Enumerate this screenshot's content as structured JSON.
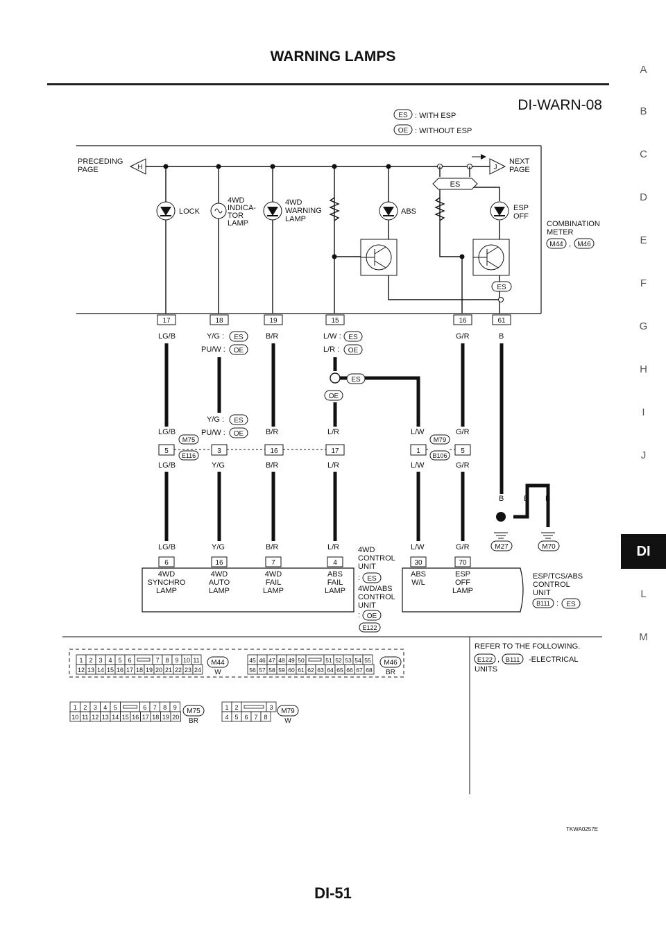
{
  "header": {
    "title": "WARNING LAMPS",
    "page_number": "DI-51"
  },
  "side_tabs": [
    "A",
    "B",
    "C",
    "D",
    "E",
    "F",
    "G",
    "H",
    "I",
    "J",
    "DI",
    "L",
    "M"
  ],
  "active_tab": "DI",
  "diagram": {
    "id": "DI-WARN-08",
    "legend": [
      {
        "tag": "ES",
        "text": ": WITH ESP"
      },
      {
        "tag": "OE",
        "text": ": WITHOUT ESP"
      }
    ],
    "preceding_page": [
      "PRECEDING",
      "PAGE"
    ],
    "preceding_tag": "H",
    "next_page": [
      "NEXT",
      "PAGE"
    ],
    "next_tag": "J",
    "combination_meter": [
      "COMBINATION",
      "METER"
    ],
    "meter_connectors": [
      "M44",
      "M46"
    ],
    "meter_es_tag": "ES",
    "meter_es_lower_tag": "ES",
    "lamps": {
      "lock": "LOCK",
      "indicator": [
        "4WD",
        "INDICA-",
        "TOR",
        "LAMP"
      ],
      "warning": [
        "4WD",
        "WARNING",
        "LAMP"
      ],
      "abs": "ABS",
      "esp_off": [
        "ESP",
        "OFF"
      ]
    },
    "meter_pins": [
      "17",
      "18",
      "19",
      "15",
      "16",
      "61"
    ],
    "top_wire_labels": {
      "c1": "LG/B",
      "c2a": "Y/G :",
      "c2a_tag": "ES",
      "c2b": "PU/W :",
      "c2b_tag": "OE",
      "c3": "B/R",
      "c4a": "L/W :",
      "c4a_tag": "ES",
      "c4b": "L/R :",
      "c4b_tag": "OE",
      "c5": "G/R",
      "c6": "B"
    },
    "junction_tags": {
      "es": "ES",
      "oe": "OE"
    },
    "mid_upper_labels": {
      "c1": "LG/B",
      "c2a": "Y/G :",
      "c2a_tag": "ES",
      "c2b": "PU/W :",
      "c2b_tag": "OE",
      "c3": "B/R",
      "c4": "L/R",
      "c5": "L/W",
      "c6": "G/R"
    },
    "mid_connectors": {
      "left_top": "M75",
      "left_bottom": "E116",
      "right_top": "M79",
      "right_bottom": "B106"
    },
    "mid_pins": [
      "5",
      "3",
      "16",
      "17",
      "1",
      "5"
    ],
    "mid_lower_labels": [
      "LG/B",
      "Y/G",
      "B/R",
      "L/R",
      "L/W",
      "G/R"
    ],
    "ground_labels": [
      "B",
      "B",
      "B"
    ],
    "grounds": [
      "M27",
      "M70"
    ],
    "bottom_wire_labels": [
      "LG/B",
      "Y/G",
      "B/R",
      "L/R",
      "L/W",
      "G/R"
    ],
    "bottom_pins": [
      "6",
      "16",
      "7",
      "4",
      "30",
      "70"
    ],
    "control_unit_4wd": {
      "title1": [
        "4WD",
        "CONTROL",
        "UNIT"
      ],
      "tag1": "ES",
      "title2": [
        "4WD/ABS",
        "CONTROL",
        "UNIT"
      ],
      "tag2": "OE",
      "connector": "E122",
      "colon": ":"
    },
    "unit_lamps": {
      "synchro": [
        "4WD",
        "SYNCHRO",
        "LAMP"
      ],
      "auto": [
        "4WD",
        "AUTO",
        "LAMP"
      ],
      "fail": [
        "4WD",
        "FAIL",
        "LAMP"
      ],
      "absfail": [
        "ABS",
        "FAIL",
        "LAMP"
      ],
      "abswl": [
        "ABS",
        "W/L"
      ],
      "espoff": [
        "ESP",
        "OFF",
        "LAMP"
      ]
    },
    "esp_unit": {
      "title": [
        "ESP/TCS/ABS",
        "CONTROL",
        "UNIT"
      ],
      "connector": "B111",
      "tag": "ES",
      "colon": ":"
    },
    "refer": {
      "title": "REFER TO THE FOLLOWING.",
      "c1": "E122",
      "sep": ",",
      "c2": "B111",
      "text1": "-ELECTRICAL",
      "text2": "UNITS"
    },
    "connector_views": {
      "m44": {
        "name": "M44",
        "color": "W",
        "row1": [
          "1",
          "2",
          "3",
          "4",
          "5",
          "6",
          "7",
          "8",
          "9",
          "10",
          "11"
        ],
        "row2": [
          "12",
          "13",
          "14",
          "15",
          "16",
          "17",
          "18",
          "19",
          "20",
          "21",
          "22",
          "23",
          "24"
        ]
      },
      "m46": {
        "name": "M46",
        "color": "BR",
        "row1": [
          "45",
          "46",
          "47",
          "48",
          "49",
          "50",
          "51",
          "52",
          "53",
          "54",
          "55"
        ],
        "row2": [
          "56",
          "57",
          "58",
          "59",
          "60",
          "61",
          "62",
          "63",
          "64",
          "65",
          "66",
          "67",
          "68"
        ]
      },
      "m75": {
        "name": "M75",
        "color": "BR",
        "row1": [
          "1",
          "2",
          "3",
          "4",
          "5",
          "6",
          "7",
          "8",
          "9"
        ],
        "row2": [
          "10",
          "11",
          "12",
          "13",
          "14",
          "15",
          "16",
          "17",
          "18",
          "19",
          "20"
        ]
      },
      "m79": {
        "name": "M79",
        "color": "W",
        "row1": [
          "1",
          "2",
          "3"
        ],
        "row2": [
          "4",
          "5",
          "6",
          "7",
          "8"
        ]
      }
    },
    "figure_code": "TKWA0257E"
  }
}
